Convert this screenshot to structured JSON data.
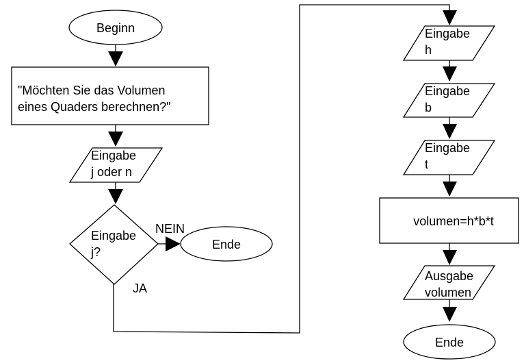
{
  "flowchart": {
    "start": "Beginn",
    "question_line1": "\"Möchten Sie das Volumen",
    "question_line2": "eines Quaders berechnen?\"",
    "input_jn_line1": "Eingabe",
    "input_jn_line2": "j oder n",
    "decision_line1": "Eingabe",
    "decision_line2": "j?",
    "label_no": "NEIN",
    "label_yes": "JA",
    "end_no": "Ende",
    "input_h_line1": "Eingabe",
    "input_h_line2": "h",
    "input_b_line1": "Eingabe",
    "input_b_line2": "b",
    "input_t_line1": "Eingabe",
    "input_t_line2": "t",
    "process": "volumen=h*b*t",
    "output_line1": "Ausgabe",
    "output_line2": "volumen",
    "end": "Ende"
  }
}
